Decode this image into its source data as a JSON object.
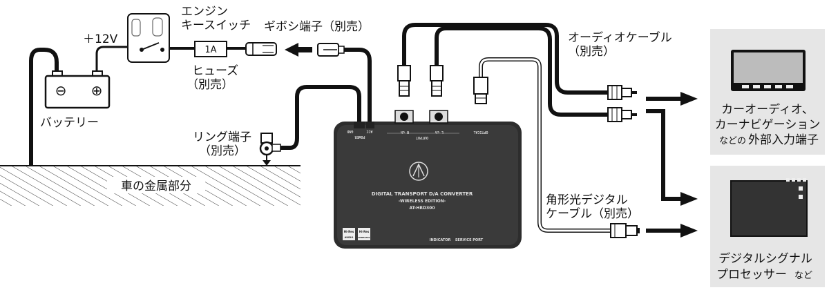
{
  "labels": {
    "plus12v": "＋12V",
    "engine_switch_1": "エンジン",
    "engine_switch_2": "キースイッチ",
    "gibosi": "ギボシ端子（別売）",
    "fuse_1": "ヒューズ",
    "fuse_2": "（別売）",
    "fuse_rating": "1A",
    "battery": "バッテリー",
    "ring_1": "リング端子",
    "ring_2": "（別売）",
    "ground": "車の金属部分",
    "audio_cable_1": "オーディオケーブル",
    "audio_cable_2": "（別売）",
    "optical_cable_1": "角形光デジタル",
    "optical_cable_2": "ケーブル（別売）",
    "car_audio_1": "カーオーディオ、",
    "car_audio_2": "カーナビゲーション",
    "car_audio_3a": "などの",
    "car_audio_3b": "外部入力端子",
    "dsp_1": "デジタルシグナル",
    "dsp_2a": "プロセッサー",
    "dsp_2b": "など",
    "battery_minus": "⊖",
    "battery_plus": "⊕"
  },
  "device": {
    "title": "DIGITAL TRANSPORT D/A CONVERTER",
    "edition": "-WIRELESS EDITION-",
    "model": "AT-HRD300",
    "indicator": "INDICATOR",
    "service_port": "SERVICE PORT",
    "power": "POWER",
    "acc": "ACC",
    "gnd": "GND",
    "output": "OUTPUT",
    "r_ch": "R ch",
    "l_ch": "L ch",
    "optical": "OPTICAL",
    "hires_1": "Hi-Res",
    "hires_audio": "AUDIO",
    "hires_wireless": "WIRELESS"
  }
}
